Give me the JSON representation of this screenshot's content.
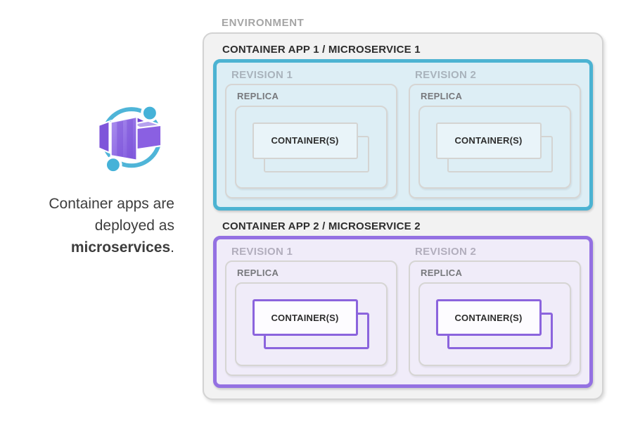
{
  "sidebar": {
    "icon": {
      "name": "azure-container-apps-icon",
      "ring_color": "#4fb5d8",
      "dot_color": "#45b2d8",
      "box_color_dark": "#7243d2",
      "box_color_light": "#ab90ef"
    },
    "caption": {
      "line1": "Container apps are",
      "line2": "deployed as",
      "emphasis": "microservices",
      "suffix": "."
    }
  },
  "environment": {
    "label": "ENVIRONMENT",
    "background_color": "#f2f2f2",
    "apps": [
      {
        "title": "CONTAINER APP 1 / MICROSERVICE 1",
        "accent_color": "#4cb3d2",
        "background_color": "#ddeef5",
        "revisions": [
          {
            "label": "REVISION 1",
            "replica": {
              "label": "REPLICA",
              "containers": {
                "label": "CONTAINER(S)"
              }
            }
          },
          {
            "label": "REVISION 2",
            "replica": {
              "label": "REPLICA",
              "containers": {
                "label": "CONTAINER(S)"
              }
            }
          }
        ]
      },
      {
        "title": "CONTAINER APP 2 / MICROSERVICE 2",
        "accent_color": "#9471e2",
        "background_color": "#f0ecf9",
        "revisions": [
          {
            "label": "REVISION 1",
            "replica": {
              "label": "REPLICA",
              "containers": {
                "label": "CONTAINER(S)"
              }
            }
          },
          {
            "label": "REVISION 2",
            "replica": {
              "label": "REPLICA",
              "containers": {
                "label": "CONTAINER(S)"
              }
            }
          }
        ]
      }
    ]
  }
}
